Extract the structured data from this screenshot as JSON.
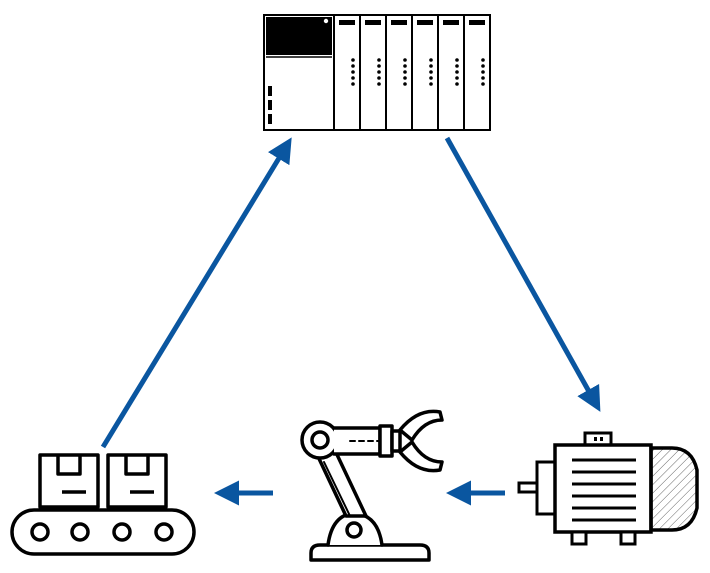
{
  "diagram": {
    "nodes": [
      {
        "id": "plc",
        "icon": "plc-controller-icon"
      },
      {
        "id": "motor",
        "icon": "electric-motor-icon"
      },
      {
        "id": "robot",
        "icon": "robotic-arm-icon"
      },
      {
        "id": "conveyor",
        "icon": "conveyor-belt-icon"
      }
    ],
    "edges": [
      {
        "from": "plc",
        "to": "motor"
      },
      {
        "from": "motor",
        "to": "robot"
      },
      {
        "from": "robot",
        "to": "conveyor"
      },
      {
        "from": "conveyor",
        "to": "plc"
      }
    ]
  },
  "colors": {
    "arrow": "#0a56a0",
    "icon_stroke": "#000000",
    "background": "#ffffff"
  }
}
